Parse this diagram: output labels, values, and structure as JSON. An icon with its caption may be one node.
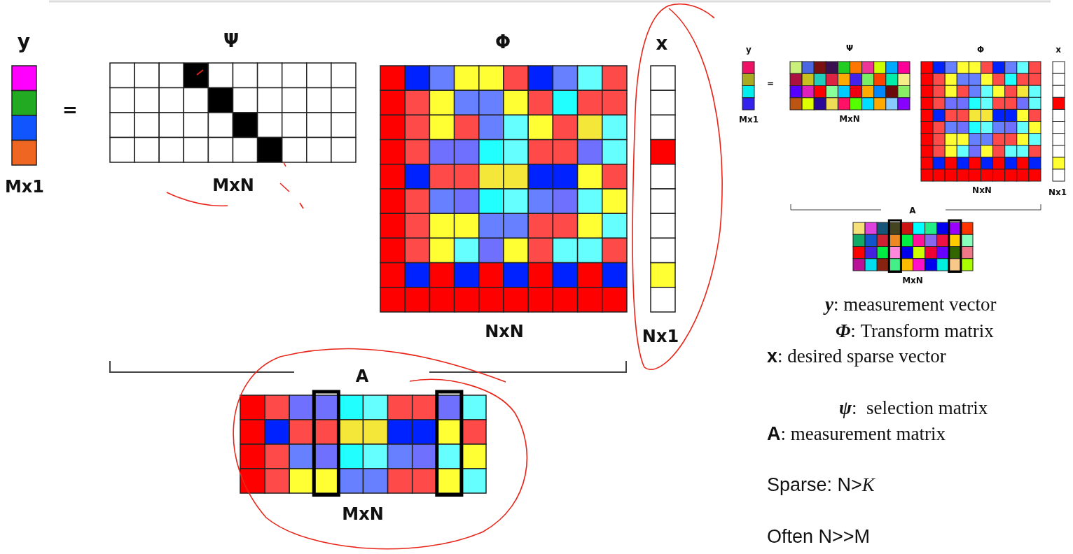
{
  "diagram": {
    "labels": [
      "y",
      "Ψ",
      "Φ",
      "x",
      "=",
      "Mx1",
      "MxN",
      "NxN",
      "Nx1",
      "A",
      "MxN",
      "y",
      "Ψ",
      "Φ",
      "x",
      "=",
      "Mx1",
      "MxN",
      "NxN",
      "Nx1",
      "A",
      "MxN",
      "**y**: measurement vector",
      "**Φ**: Transform matrix",
      "**x**: desired sparse vector",
      "**ψ**:  selection matrix",
      "**A**: measurement matrix",
      "Sparse: N>*K*",
      "Often N>>M"
    ]
  }
}
